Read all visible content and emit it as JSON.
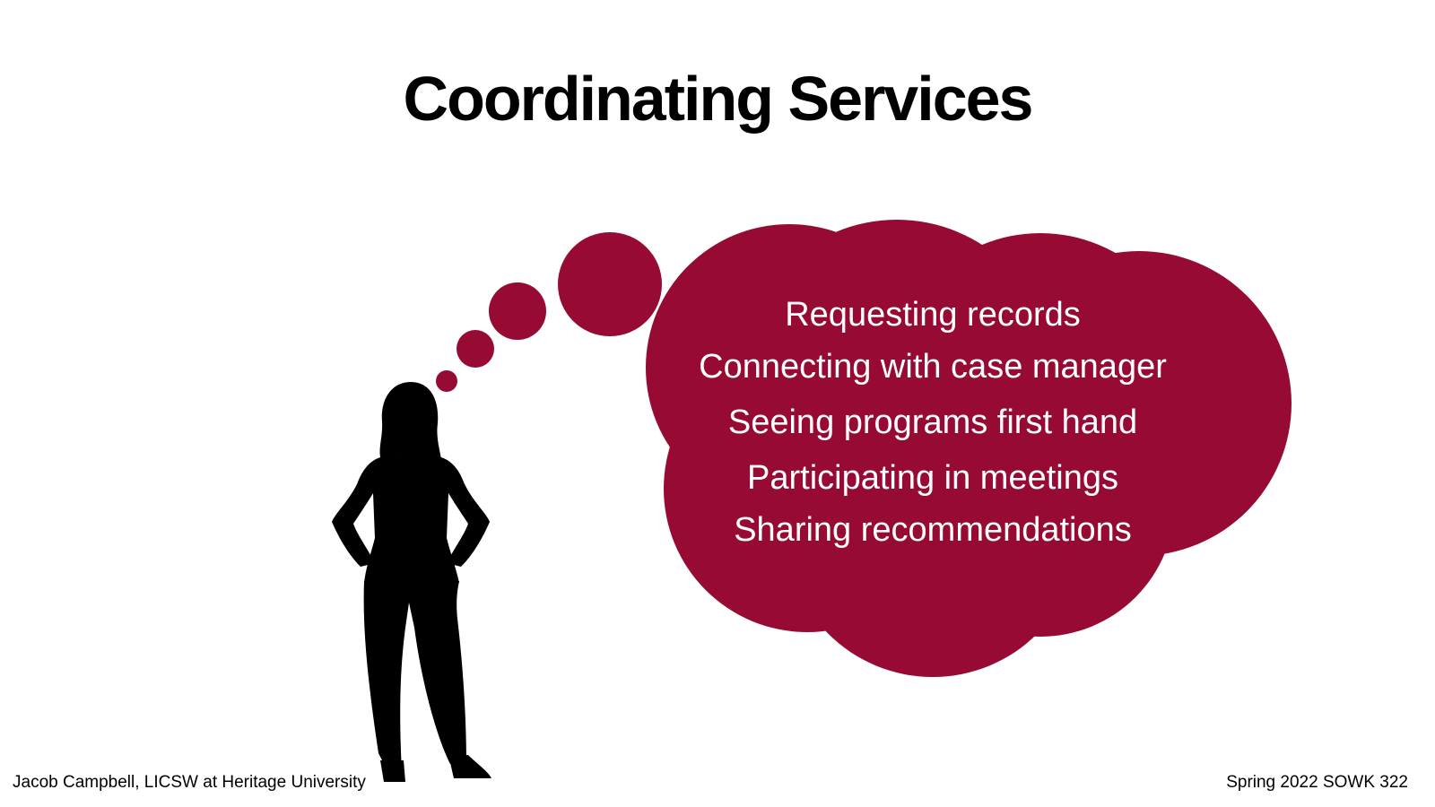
{
  "slide": {
    "title": "Coordinating Services",
    "thought_bubble": {
      "items": [
        "Requesting records",
        "Connecting with case manager",
        "Seeing programs first hand",
        "Participating in meetings",
        "Sharing recommendations"
      ]
    },
    "footer": {
      "left": "Jacob Campbell, LICSW at Heritage University",
      "right": "Spring 2022 SOWK 322"
    }
  },
  "colors": {
    "background": "#ffffff",
    "bubble": "#960a33",
    "bubble_text": "#ffffff",
    "title": "#000000",
    "silhouette": "#000000"
  },
  "icons": {
    "figure": "woman-silhouette-icon",
    "bubble": "thought-cloud-icon"
  }
}
